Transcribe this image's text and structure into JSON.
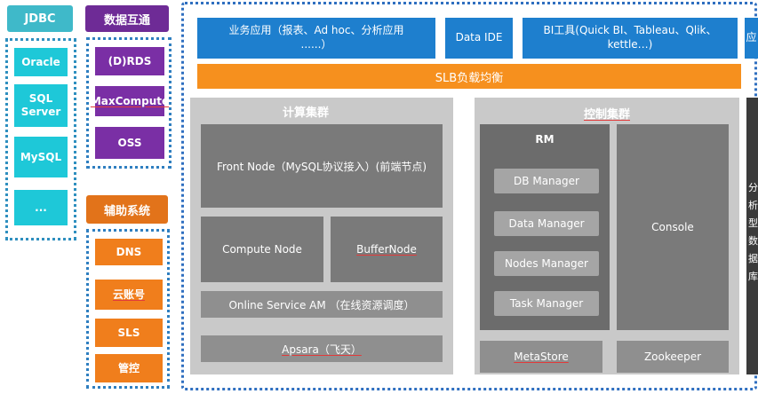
{
  "jdbc": {
    "header": "JDBC",
    "items": [
      "Oracle",
      "SQL Server",
      "MySQL",
      "..."
    ]
  },
  "data_exchange": {
    "header": "数据互通",
    "items": [
      "(D)RDS",
      "MaxCompute",
      "OSS"
    ]
  },
  "aux_system": {
    "header": "辅助系统",
    "items": [
      "DNS",
      "云账号",
      "SLS",
      "管控"
    ]
  },
  "apps": {
    "business": "业务应用（报表、Ad hoc、分析应用 ......）",
    "data_ide": "Data IDE",
    "bi_tools": "BI工具(Quick BI、Tableau、Qlik、kettle…)",
    "right_cut": "应"
  },
  "slb": "SLB负载均衡",
  "compute_cluster": {
    "title": "计算集群",
    "front_node": "Front Node（MySQL协议接入）(前端节点)",
    "compute_node": "Compute Node",
    "buffer_node": "BufferNode",
    "online_service": "Online Service AM （在线资源调度）",
    "apsara": "Apsara（飞天）"
  },
  "control_cluster": {
    "title": "控制集群",
    "rm_title": "RM",
    "rm_items": [
      "DB Manager",
      "Data Manager",
      "Nodes Manager",
      "Task Manager"
    ],
    "console": "Console",
    "metastore": "MetaStore",
    "zookeeper": "Zookeeper"
  },
  "right_edge_text": "分析型数据库"
}
